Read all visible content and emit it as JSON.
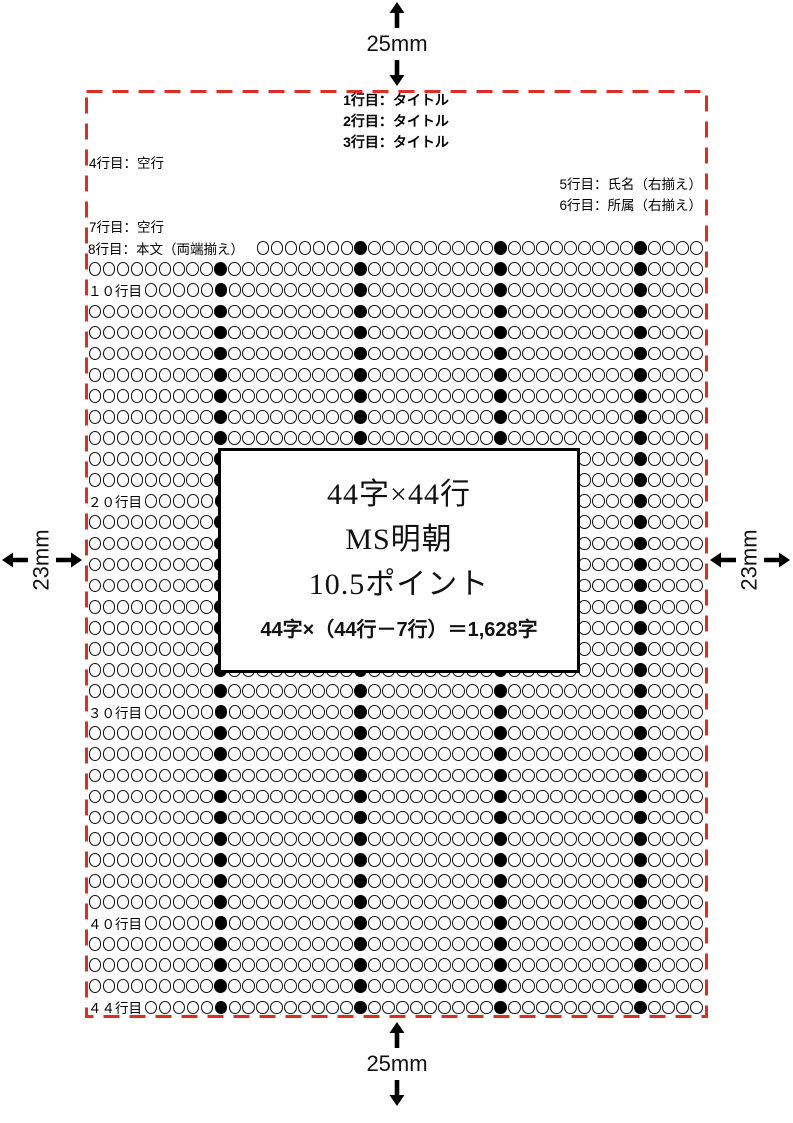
{
  "margins": {
    "top": "25mm",
    "bottom": "25mm",
    "left": "23mm",
    "right": "23mm"
  },
  "colors": {
    "border_red": "#d92f26",
    "ink": "#000000"
  },
  "text_rows": [
    {
      "align": "center",
      "bold": true,
      "text": "1行目：タイトル"
    },
    {
      "align": "center",
      "bold": true,
      "text": "2行目：タイトル"
    },
    {
      "align": "center",
      "bold": true,
      "text": "3行目：タイトル"
    },
    {
      "align": "left",
      "bold": false,
      "text": "4行目：空行"
    },
    {
      "align": "right",
      "bold": false,
      "text": "5行目：氏名（右揃え）"
    },
    {
      "align": "right",
      "bold": false,
      "text": "6行目：所属（右揃え）"
    },
    {
      "align": "left",
      "bold": false,
      "text": "7行目：空行"
    }
  ],
  "grid": {
    "first_row": 8,
    "last_row": 44,
    "columns": 44,
    "filled_every": 10,
    "row_labels": {
      "8": "8行目：本文（両端揃え）",
      "10": "１０行目",
      "20": "２０行目",
      "30": "３０行目",
      "40": "４０行目",
      "44": "４４行目"
    }
  },
  "center_box": {
    "line1": "44字×44行",
    "line2": "MS明朝",
    "line3": "10.5ポイント",
    "formula": "44字×（44行－7行）＝1,628字"
  }
}
